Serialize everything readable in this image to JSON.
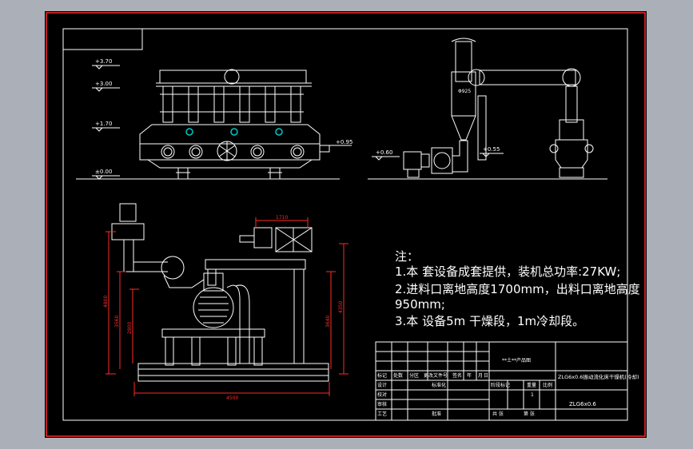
{
  "levels": {
    "l370": "+3.70",
    "l300": "+3.00",
    "l170": "+1.70",
    "l000": "±0.00",
    "l095": "+0.95",
    "l060": "+0.60",
    "l055": "+0.55",
    "d925": "Φ925"
  },
  "dims": {
    "w1710": "1710",
    "w4500": "4500",
    "h4800": "4800",
    "h3560": "3560",
    "h2800": "2800",
    "h3640": "3640",
    "h4350": "4350"
  },
  "notes": {
    "title": "注：",
    "line1": "1.本 套设备成套提供，装机总功率:27KW;",
    "line2": "2.进料口离地高度1700mm，出料口离地高度",
    "line2b": "950mm;",
    "line3": "3.本 设备5m 干燥段，1m冷却段。"
  },
  "title_block": {
    "drawing_name": "ZLG6x0.6振动流化床干燥机(冷却)",
    "drawing_code": "ZLG6x0.6",
    "subtitle": "**土**产品图",
    "rev_headers": [
      "标记",
      "处数",
      "分区",
      "更改文件号",
      "签名",
      "年",
      "月",
      "日"
    ],
    "role_design": "设计",
    "role_std": "标准化",
    "role_check": "校对",
    "role_review": "审核",
    "role_process": "工艺",
    "role_approve": "批准",
    "stage_headers": [
      "阶段标记",
      "重量",
      "比例"
    ],
    "scale": "1",
    "sheets_total": "共   张",
    "sheet_no": "第   张"
  },
  "colors": {
    "outer_bg": "#abb0b8",
    "frame": "#ff2a2a",
    "paper": "#000000",
    "line": "#ffffff",
    "accent": "#00c8c8"
  }
}
